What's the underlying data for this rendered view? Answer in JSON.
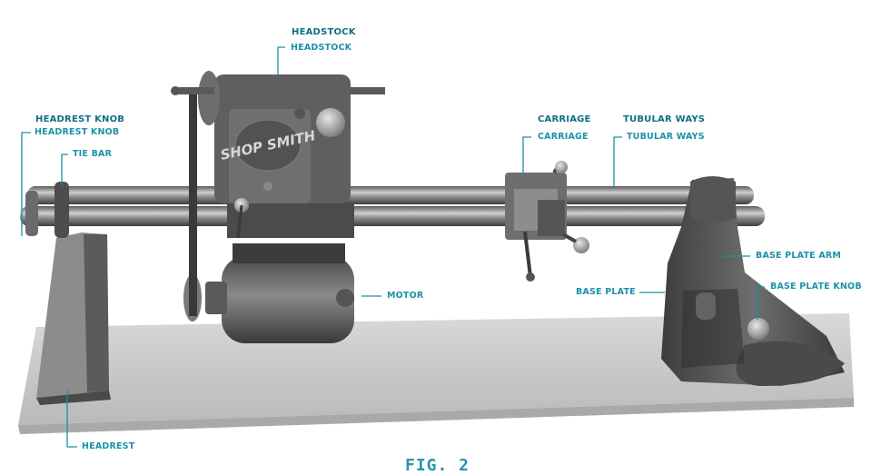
{
  "labels_top": {
    "headstock": "HEADSTOCK",
    "headrest_knob": "HEADREST KNOB",
    "carriage": "CARRIAGE",
    "tubular_ways": "TUBULAR WAYS"
  },
  "labels_inline": {
    "headstock": "HEADSTOCK",
    "headrest_knob": "HEADREST KNOB",
    "tie_bar": "TIE BAR",
    "carriage": "CARRIAGE",
    "tubular_ways": "TUBULAR WAYS",
    "base_plate_arm": "BASE PLATE ARM",
    "base_plate_knob": "BASE PLATE KNOB",
    "base_plate": "BASE PLATE",
    "motor": "MOTOR",
    "headrest": "HEADREST"
  },
  "logo_text": "SHOP SMITH",
  "caption": "FIG. 2",
  "colors": {
    "label": "#1a8aa0",
    "leader": "#1f8fa5",
    "metal_dark": "#4a4a4a",
    "metal_mid": "#7c7c7c",
    "wood": "#cfcfcf"
  }
}
